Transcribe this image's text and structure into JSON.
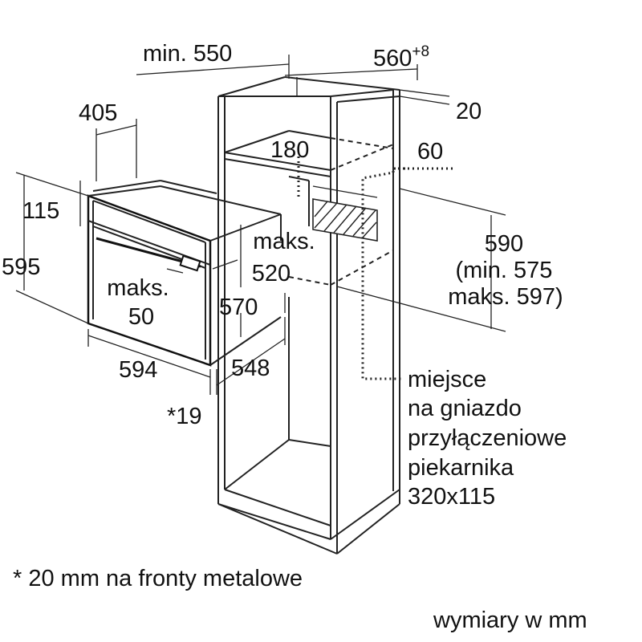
{
  "dimensions": {
    "min550": "min. 550",
    "w560_base": "560",
    "w560_sup": "+8",
    "d20": "20",
    "w405": "405",
    "h180": "180",
    "d60": "60",
    "h115": "115",
    "h595": "595",
    "maks520_line1": "maks.",
    "maks520_line2": "520",
    "h590_line1": "590",
    "h590_line2": "(min. 575",
    "h590_line3": "maks. 597)",
    "maks50_line1": "maks.",
    "maks50_line2": "50",
    "h570": "570",
    "w594": "594",
    "d548": "548",
    "star19": "*19"
  },
  "socket_label": {
    "line1": "miejsce",
    "line2": "na gniazdo",
    "line3": "przyłączeniowe",
    "line4": "piekarnika",
    "line5": "320x115"
  },
  "footnote": "* 20 mm na fronty metalowe",
  "units": "wymiary w mm"
}
